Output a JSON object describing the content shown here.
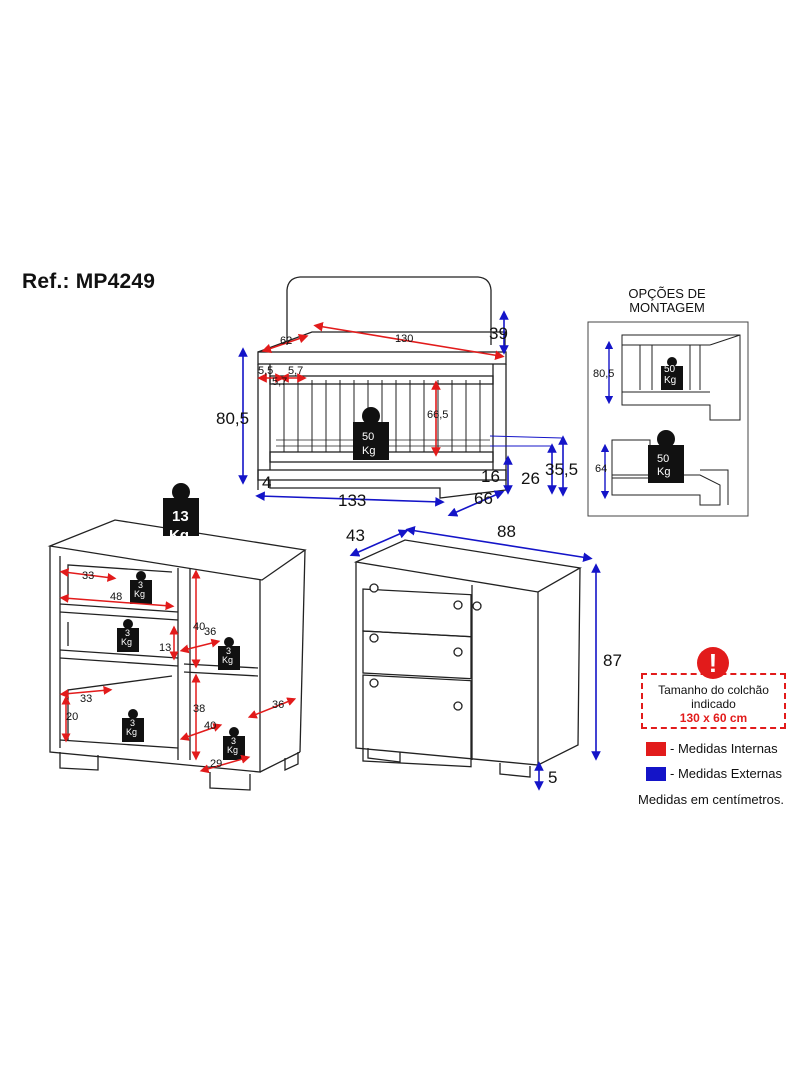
{
  "header": {
    "ref": "Ref.: MP4249"
  },
  "options_panel": {
    "title_line1": "OPÇÕES DE",
    "title_line2": "MONTAGEM",
    "height_a": "80,5",
    "height_b": "64",
    "weight": "50",
    "weight_unit": "Kg"
  },
  "crib": {
    "width_top": "130",
    "depth_top": "62",
    "headboard_height": "39",
    "total_height": "80,5",
    "slat_gap_a": "5,5",
    "slat_gap_b": "5,7",
    "slat_gap_c": "5,7",
    "inner_height": "66,5",
    "base_gap": "4",
    "width_bottom": "133",
    "depth_bottom": "66",
    "h16": "16",
    "h26": "26",
    "h355": "35,5",
    "weight": "50",
    "weight_unit": "Kg"
  },
  "dresser": {
    "top_weight": "13",
    "top_weight_unit": "Kg",
    "d33a": "33",
    "d48": "48",
    "d40a": "40",
    "d36a": "36",
    "d13": "13",
    "d33b": "33",
    "d20": "20",
    "d38": "38",
    "d40b": "40",
    "d36b": "36",
    "d29": "29",
    "weight_small": "3",
    "weight_small_unit": "Kg"
  },
  "commode": {
    "depth": "43",
    "width": "88",
    "height": "87",
    "foot": "5"
  },
  "mattress": {
    "line1": "Tamanho do colchão",
    "line2": "indicado",
    "size": "130 x 60 cm"
  },
  "legend": {
    "internal": "- Medidas Internas",
    "external": "- Medidas Externas",
    "units": "Medidas em centímetros.",
    "internal_color": "#e21b1b",
    "external_color": "#1414c8"
  }
}
